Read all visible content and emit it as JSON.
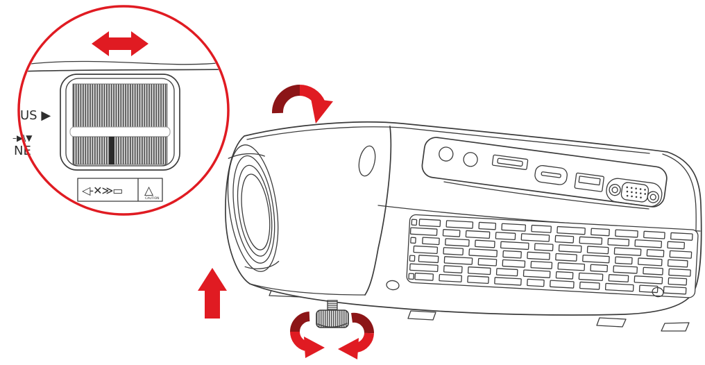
{
  "figure": {
    "description": "Projector focus wheel and adjustable foot illustration"
  },
  "colors": {
    "red": "#E01B22",
    "dark_red": "#8C1517",
    "line": "#3B3B3B",
    "background": "#FFFFFF"
  },
  "callout": {
    "focus_label": "US ▶",
    "keystone_glyphs": "–▶\\▼",
    "keystone_label": "NE",
    "caution": {
      "symbols": "◁-✕≫▭",
      "triangle": "△",
      "caption": "CAUTION"
    }
  },
  "icons": {
    "slide_arrow": "left-right-arrow",
    "rotate_top": "clockwise-rotation-arrow",
    "lift": "up-arrow",
    "rotate_knob_left": "counterclockwise-rotation-arrow",
    "rotate_knob_right": "clockwise-rotation-arrow"
  }
}
